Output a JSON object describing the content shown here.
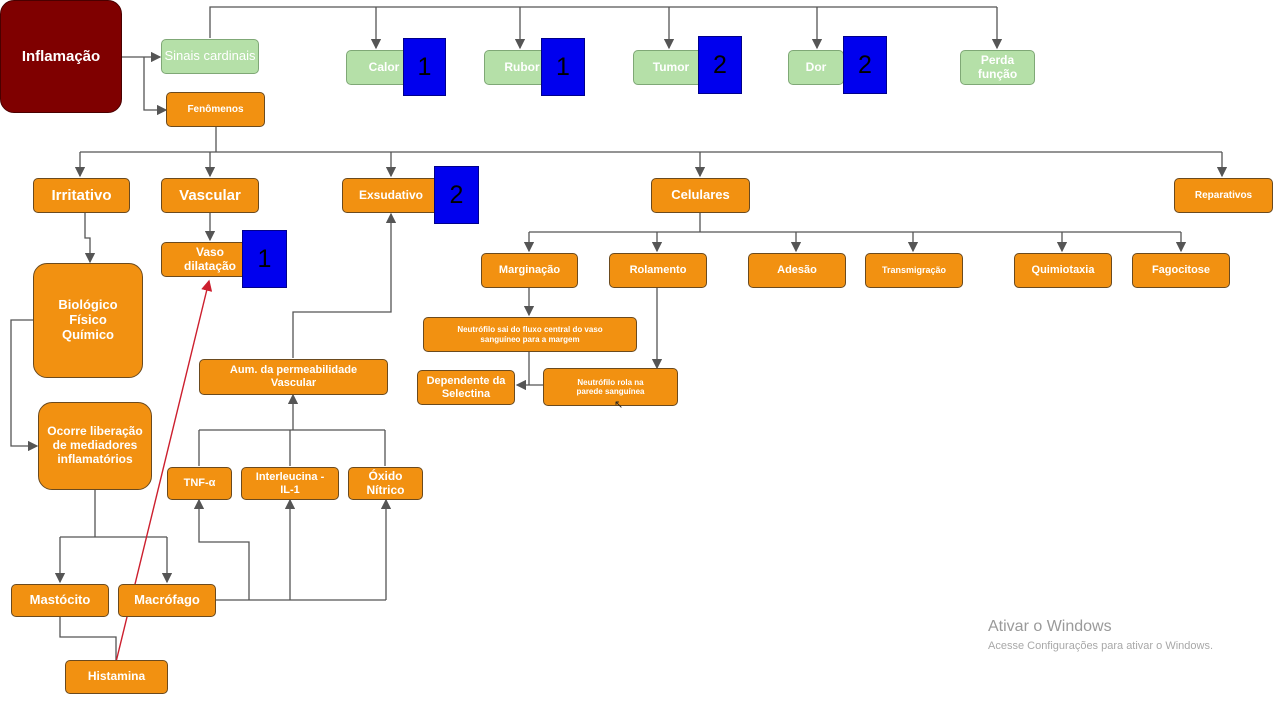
{
  "diagram": {
    "root": "Inflamação",
    "sinais": "Sinais cardinais",
    "cardinais": [
      {
        "label": "Calor",
        "badge": "1"
      },
      {
        "label": "Rubor",
        "badge": "1"
      },
      {
        "label": "Tumor",
        "badge": "2"
      },
      {
        "label": "Dor",
        "badge": "2"
      },
      {
        "label": "Perda função",
        "badge": ""
      }
    ],
    "fenomenos": "Fenômenos",
    "irritativo": "Irritativo",
    "vascular": "Vascular",
    "exsudativo": {
      "label": "Exsudativo",
      "badge": "2"
    },
    "celulares": "Celulares",
    "reparativos": "Reparativos",
    "vasodilatacao": {
      "label": "Vaso dilatação",
      "badge": "1"
    },
    "agentes": "Biológico Físico Químico",
    "ocorre": "Ocorre liberação de mediadores inflamatórios",
    "mastocito": "Mastócito",
    "macrofago": "Macrófago",
    "histamina": "Histamina",
    "tnf": "TNF-α",
    "interleucina": "Interleucina - IL-1",
    "oxido": "Óxido Nítrico",
    "permeabilidade": "Aum. da permeabilidade Vascular",
    "celulares_fases": [
      "Marginação",
      "Rolamento",
      "Adesão",
      "Transmigração",
      "Quimiotaxia",
      "Fagocitose"
    ],
    "neutrofilo_sai": "Neutrófilo sai do fluxo central do vaso sanguíneo para a margem",
    "neutrofilo_rola": "Neutrófilo rola na parede sanguínea",
    "selectina": "Dependente da Selectina"
  },
  "watermark": {
    "title": "Ativar o Windows",
    "subtitle": "Acesse Configurações para ativar o Windows."
  },
  "colors": {
    "node": "#f29111",
    "cardinal": "#b5e0a8",
    "root": "#7f0000",
    "badge": "#0000ee",
    "edge": "#555555",
    "highlight_arrow": "#cc1f2e"
  }
}
